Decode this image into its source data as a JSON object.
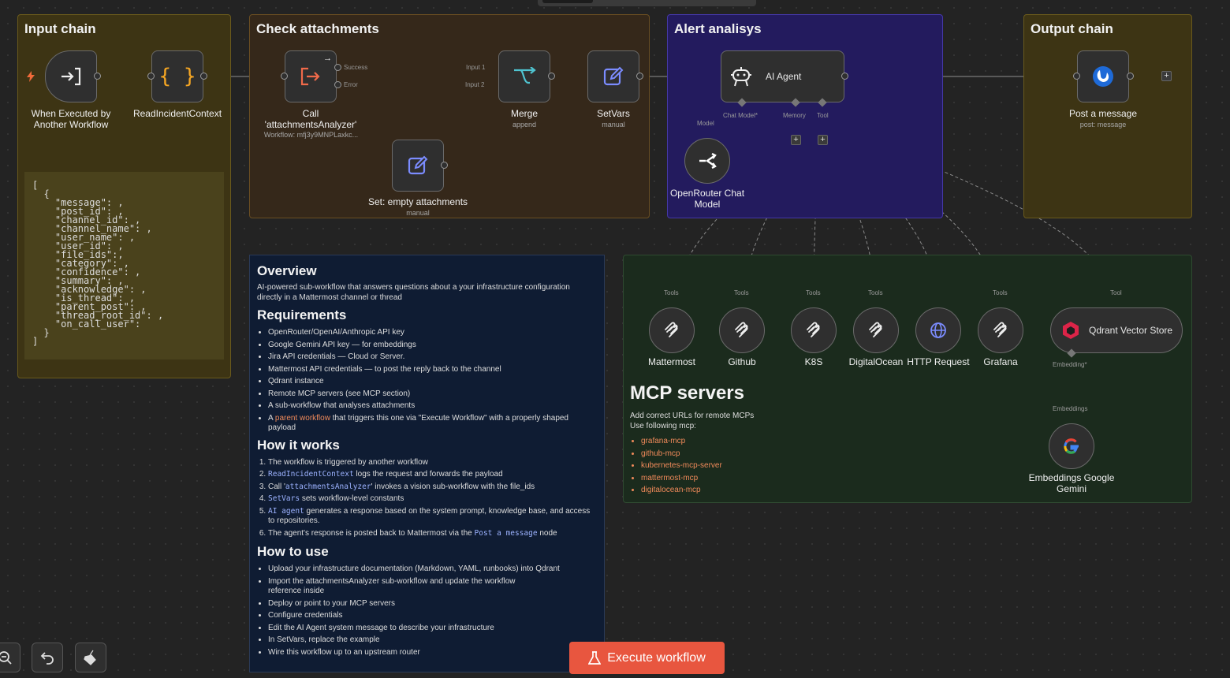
{
  "groups": {
    "input": "Input chain",
    "check": "Check attachments",
    "alert": "Alert analisys",
    "output": "Output chain"
  },
  "json_sample": "[\n  {\n    \"message\": ,\n    \"post_id\": ,\n    \"channel_id\": ,\n    \"channel_name\": ,\n    \"user_name\": ,\n    \"user_id\": ,\n    \"file_ids\":,\n    \"category\": ,\n    \"confidence\": ,\n    \"summary\": ,\n    \"acknowledge\": ,\n    \"is_thread\": ,\n    \"parent_post\": ,\n    \"thread_root_id\": ,\n    \"on_call_user\":\n  }\n]",
  "nodes": {
    "trigger": "When Executed by Another Workflow",
    "read_context": "ReadIncidentContext",
    "call_analyzer": "Call 'attachmentsAnalyzer'",
    "call_analyzer_sub": "Workflow: mfj3y9MNPLaxkc...",
    "success": "Success",
    "error": "Error",
    "merge": "Merge",
    "merge_sub": "append",
    "input1": "Input 1",
    "input2": "Input 2",
    "setvars": "SetVars",
    "setvars_sub": "manual",
    "set_empty": "Set: empty attachments",
    "set_empty_sub": "manual",
    "ai_agent": "AI Agent",
    "chat_model_port": "Chat Model*",
    "memory_port": "Memory",
    "tool_port": "Tool",
    "model_port": "Model",
    "openrouter": "OpenRouter Chat Model",
    "post_message": "Post a message",
    "post_message_sub": "post: message",
    "tools_label": "Tools",
    "tool_label": "Tool",
    "mattermost": "Mattermost",
    "github": "Github",
    "k8s": "K8S",
    "digitalocean": "DigitalOcean",
    "http_request": "HTTP Request",
    "grafana": "Grafana",
    "qdrant": "Qdrant Vector Store",
    "embedding_port": "Embedding*",
    "embeddings_label": "Embeddings",
    "gemini": "Embeddings Google Gemini",
    "plus": "+"
  },
  "sticky": {
    "overview_title": "Overview",
    "overview_text": "AI-powered sub-workflow that answers questions about a your infrastructure configuration directly in a Mattermost channel or thread",
    "req_title": "Requirements",
    "requirements": [
      "OpenRouter/OpenAI/Anthropic API key",
      "Google Gemini API key — for embeddings",
      "Jira API credentials — Cloud or Server.",
      "Mattermost API credentials — to post the reply back to the channel",
      "Qdrant instance",
      "Remote MCP servers (see MCP section)",
      "A sub-workflow that analyses attachments"
    ],
    "req_last_a": "A ",
    "req_last_link": "parent workflow",
    "req_last_b": " that triggers this one via \"Execute Workflow\" with a properly shaped payload",
    "how_title": "How it works",
    "how": {
      "s1": "The workflow is triggered by another workflow",
      "s2_code": "ReadIncidentContext",
      "s2_text": " logs the request and forwards the payload",
      "s3_a": "Call '",
      "s3_code": "attachmentsAnalyzer",
      "s3_b": "' invokes a vision sub-workflow with the file_ids",
      "s4_code": "SetVars",
      "s4_text": " sets workflow-level constants",
      "s5_code": "AI agent",
      "s5_text": " generates a response based on the system prompt, knowledge base, and access to repositories.",
      "s6_a": "The agent's response is posted back to Mattermost via the ",
      "s6_code": "Post a message",
      "s6_b": " node"
    },
    "use_title": "How to use",
    "use": [
      "Upload your infrastructure documentation (Markdown, YAML, runbooks) into Qdrant",
      "Import the attachmentsAnalyzer sub-workflow and update the workflow reference inside",
      "Deploy or point to your MCP servers",
      "Configure credentials",
      "Edit the AI Agent system message to describe your infrastructure",
      "In SetVars, replace the example",
      "Wire this workflow up to an upstream router"
    ]
  },
  "mcp": {
    "title": "MCP servers",
    "line1": "Add correct URLs for remote MCPs",
    "line2": "Use following mcp:",
    "items": [
      "grafana-mcp",
      "github-mcp",
      "kubernetes-mcp-server",
      "mattermost-mcp",
      "digitalocean-mcp"
    ]
  },
  "execute_label": "Execute workflow",
  "colors": {
    "accent": "#e8563f",
    "link": "#f08a5a",
    "mcp_group": "#1b2b1d",
    "alert_group": "#231b5e"
  }
}
